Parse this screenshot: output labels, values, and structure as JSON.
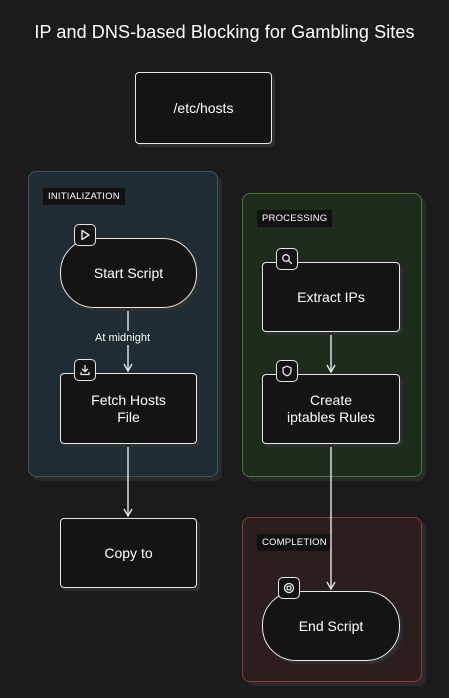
{
  "diagram": {
    "title": "IP and DNS-based Blocking for Gambling Sites",
    "colors": {
      "background": "#1b1b1b",
      "node_border": "#e8e8e8",
      "node_fill": "#141414",
      "initialization": "#1f2c33",
      "processing": "#1e2c1e",
      "completion": "#2c1e1e"
    },
    "clusters": {
      "initialization": {
        "label": "INITIALIZATION"
      },
      "processing": {
        "label": "PROCESSING"
      },
      "completion": {
        "label": "COMPLETION"
      }
    },
    "nodes": {
      "hosts": {
        "label": "/etc/hosts"
      },
      "start": {
        "label": "Start Script",
        "icon": "play-icon"
      },
      "fetch": {
        "label": "Fetch Hosts\nFile",
        "icon": "download-icon"
      },
      "copy": {
        "label": "Copy to"
      },
      "extract": {
        "label": "Extract IPs",
        "icon": "search-icon"
      },
      "create": {
        "label": "Create\niptables Rules",
        "icon": "shield-icon"
      },
      "end": {
        "label": "End Script",
        "icon": "stop-icon"
      }
    },
    "edges": [
      {
        "from": "start",
        "to": "fetch",
        "label": "At midnight"
      },
      {
        "from": "fetch",
        "to": "copy",
        "label": ""
      },
      {
        "from": "extract",
        "to": "create",
        "label": ""
      },
      {
        "from": "create",
        "to": "end",
        "label": ""
      }
    ]
  }
}
